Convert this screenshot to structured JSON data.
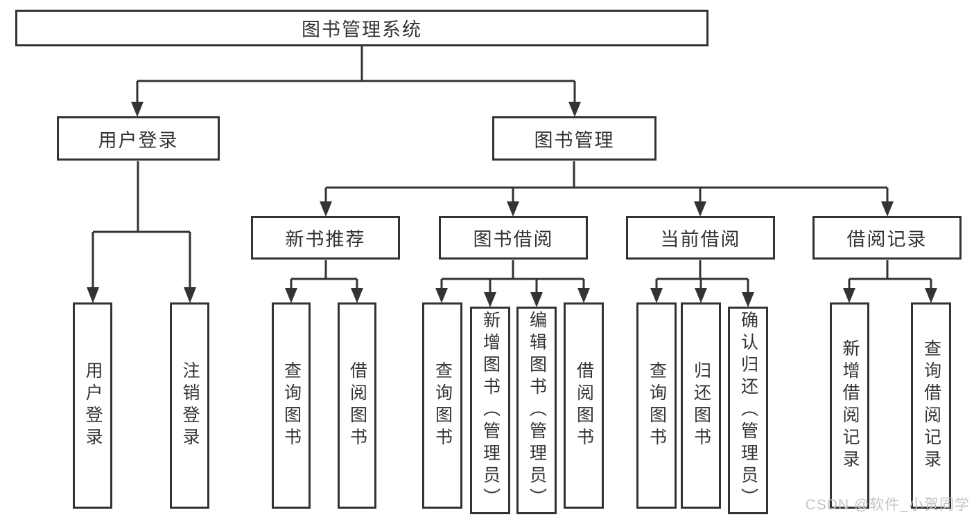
{
  "diagram_title": "图书管理系统",
  "nodes": {
    "root": {
      "label": "图书管理系统"
    },
    "level2": [
      {
        "label": "用户登录"
      },
      {
        "label": "图书管理"
      }
    ],
    "level3": [
      {
        "label": "新书推荐"
      },
      {
        "label": "图书借阅"
      },
      {
        "label": "当前借阅"
      },
      {
        "label": "借阅记录"
      }
    ],
    "leaves": {
      "under_user_login": [
        {
          "label": "用户登录"
        },
        {
          "label": "注销登录"
        }
      ],
      "under_new_book_recommend": [
        {
          "label": "查询图书"
        },
        {
          "label": "借阅图书"
        }
      ],
      "under_book_borrow": [
        {
          "label": "查询图书"
        },
        {
          "label": "新增图书（管理员）"
        },
        {
          "label": "编辑图书（管理员）"
        },
        {
          "label": "借阅图书"
        }
      ],
      "under_current_borrow": [
        {
          "label": "查询图书"
        },
        {
          "label": "归还图书"
        },
        {
          "label": "确认归还（管理员）"
        }
      ],
      "under_borrow_record": [
        {
          "label": "新增借阅记录"
        },
        {
          "label": "查询借阅记录"
        }
      ]
    }
  },
  "watermark": {
    "text": "CSDN @软件_小贺同学",
    "color": "#c3c3c3"
  },
  "colors": {
    "border": "#333333",
    "connector": "#333333",
    "text": "#333333",
    "background": "#ffffff"
  }
}
